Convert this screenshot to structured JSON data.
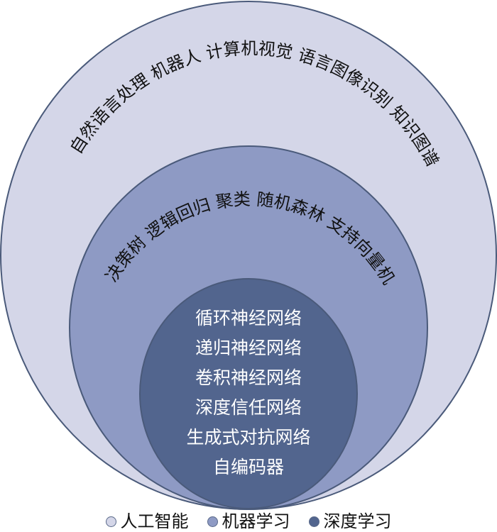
{
  "colors": {
    "outer_fill": "#D4D6E8",
    "middle_fill": "#8E9AC4",
    "inner_fill": "#52658E",
    "border": "#4A5A7A"
  },
  "outer_ring": {
    "text": "自然语言处理 机器人 计算机视觉 语言图像识别 知识图谱"
  },
  "middle_ring": {
    "text": "决策树 逻辑回归 聚类 随机森林 支持向量机"
  },
  "inner_circle": {
    "items": [
      "循环神经网络",
      "递归神经网络",
      "卷积神经网络",
      "深度信任网络",
      "生成式对抗网络",
      "自编码器"
    ]
  },
  "legend": {
    "items": [
      {
        "label": "人工智能",
        "color": "#D4D6E8"
      },
      {
        "label": "机器学习",
        "color": "#8E9AC4"
      },
      {
        "label": "深度学习",
        "color": "#52658E"
      }
    ]
  }
}
